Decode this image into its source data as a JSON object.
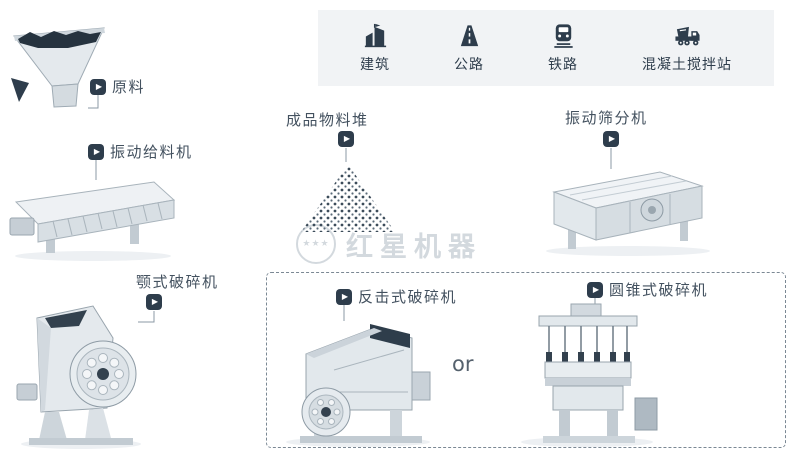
{
  "applications": {
    "items": [
      {
        "label": "建筑",
        "icon": "building-icon"
      },
      {
        "label": "公路",
        "icon": "highway-icon"
      },
      {
        "label": "铁路",
        "icon": "railway-icon"
      },
      {
        "label": "混凝土搅拌站",
        "icon": "mixer-truck-icon"
      }
    ]
  },
  "flow": {
    "raw_material": "原料",
    "vibrating_feeder": "振动给料机",
    "jaw_crusher": "颚式破碎机",
    "product_pile": "成品物料堆",
    "vibrating_screen": "振动筛分机",
    "impact_crusher": "反击式破碎机",
    "or_label": "or",
    "cone_crusher": "圆锥式破碎机"
  },
  "watermark": {
    "stars": "★★★",
    "brand": "红星机器"
  },
  "colors": {
    "dark": "#2e3d4c",
    "label_text": "#43515f",
    "bar_bg": "#f1f3f5"
  }
}
